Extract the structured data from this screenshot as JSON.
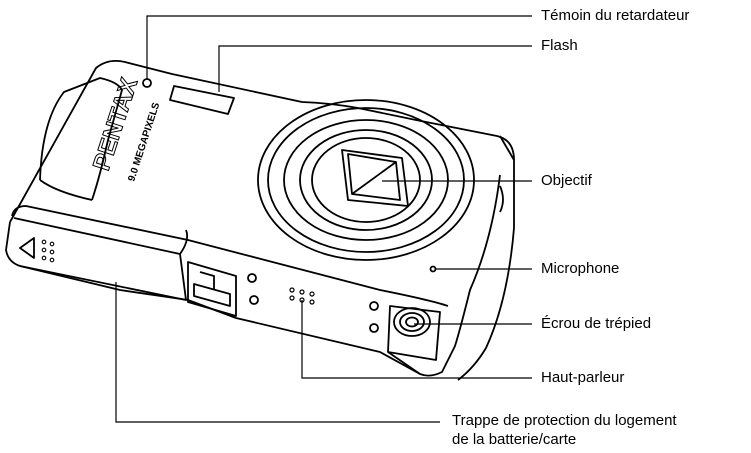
{
  "camera": {
    "brand": "PENTAX",
    "model_text": "9.0 MEGAPIXELS"
  },
  "labels": {
    "self_timer": "Témoin du retardateur",
    "flash": "Flash",
    "lens": "Objectif",
    "microphone": "Microphone",
    "tripod": "Écrou de trépied",
    "speaker": "Haut-parleur",
    "battery_line1": "Trappe de protection du logement",
    "battery_line2": "de la batterie/carte"
  }
}
